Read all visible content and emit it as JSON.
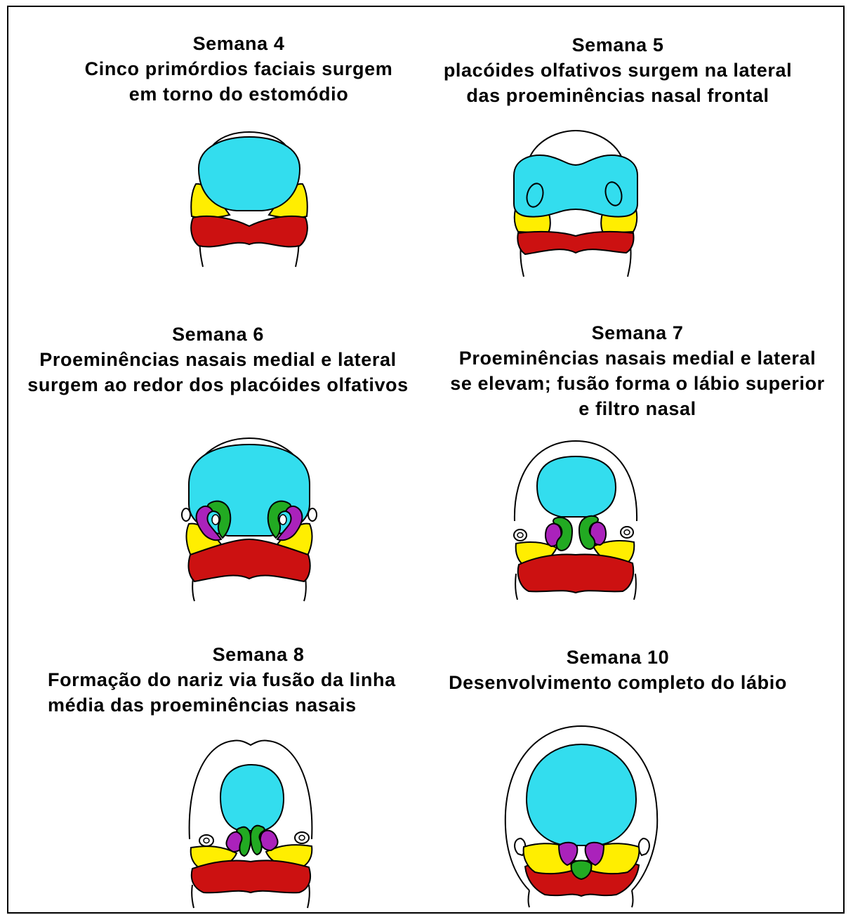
{
  "colors": {
    "frontonasal": "#33ddee",
    "maxillary": "#ffee00",
    "mandibular": "#cc1111",
    "lateral_nasal": "#22aa22",
    "medial_nasal": "#aa22bb",
    "outline": "#000000",
    "background": "#ffffff"
  },
  "panels": [
    {
      "id": "week4",
      "title": "Semana 4",
      "lines": [
        "Cinco primórdios faciais surgem",
        "em torno do estomódio"
      ]
    },
    {
      "id": "week5",
      "title": "Semana 5",
      "lines": [
        "placóides olfativos surgem na lateral",
        "das proeminências nasal frontal"
      ]
    },
    {
      "id": "week6",
      "title": "Semana 6",
      "lines": [
        "Proeminências nasais medial e lateral",
        "surgem ao redor dos placóides olfativos"
      ]
    },
    {
      "id": "week7",
      "title": "Semana 7",
      "lines": [
        "Proeminências nasais medial e lateral",
        "se elevam; fusão forma o lábio superior",
        "e filtro nasal"
      ]
    },
    {
      "id": "week8",
      "title": "Semana 8",
      "lines": [
        "Formação do nariz via fusão da linha",
        "média das proeminências nasais"
      ]
    },
    {
      "id": "week10",
      "title": "Semana 10",
      "lines": [
        "Desenvolvimento completo do lábio"
      ]
    }
  ]
}
